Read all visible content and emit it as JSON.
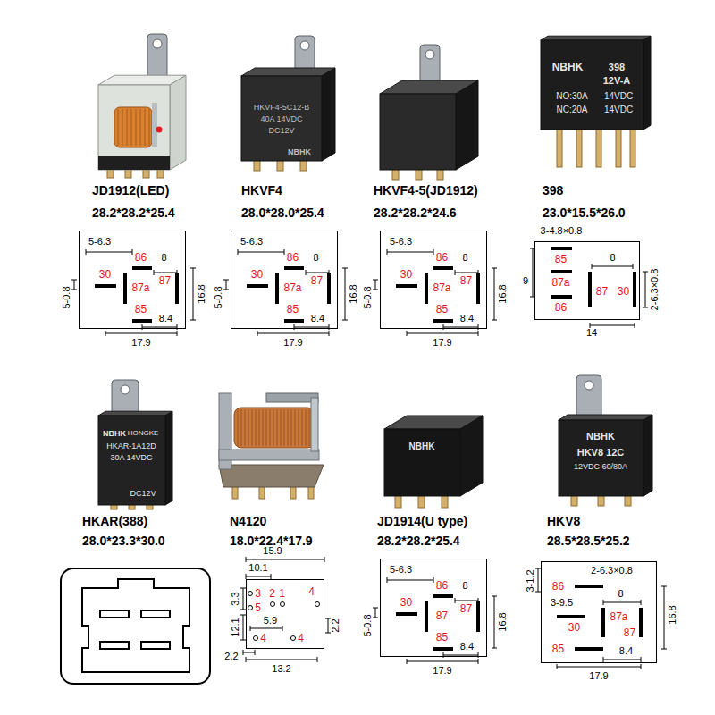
{
  "diagram": {
    "nodes": [
      {
        "text": [
          "5-6.3",
          "86",
          "8",
          "30",
          "87a",
          "87",
          "85",
          "8.4"
        ]
      },
      {
        "text": [
          "5-6.3",
          "86",
          "8",
          "30",
          "87a",
          "87",
          "85",
          "8.4"
        ]
      },
      {
        "text": [
          "5-6.3",
          "86",
          "8",
          "30",
          "87a",
          "87",
          "85",
          "8.4"
        ]
      },
      {
        "text": [
          "85",
          "87a",
          "86",
          "8",
          "87",
          "30"
        ]
      },
      {
        "text": [
          "3",
          "2",
          "1",
          "4",
          "5",
          "5.9",
          "4",
          "4"
        ]
      },
      {
        "text": [
          "5-6.3",
          "86",
          "8",
          "30",
          "87",
          "87",
          "85",
          "8.4"
        ]
      },
      {
        "text": [
          "2-6.3×0.8",
          "86",
          "8",
          "3-9.5",
          "87a",
          "30",
          "87",
          "85",
          "8.4"
        ]
      }
    ],
    "labels": [
      "HKVF4-5C12-B",
      "40A 14VDC",
      "DC12V",
      "NBHK",
      "NBHK",
      "398",
      "12V-A",
      "NO:30A",
      "14VDC",
      "NC:20A",
      "14VDC",
      "JD1912(LED)",
      "28.2*28.2*25.4",
      "HKVF4",
      "28.0*28.0*25.4",
      "HKVF4-5(JD1912)",
      "28.2*28.2*24.6",
      "398",
      "23.0*15.5*26.0",
      "16.8",
      "5-0.8",
      "17.9",
      "16.8",
      "5-0.8",
      "17.9",
      "16.8",
      "5-0.8",
      "17.9",
      "3-4.8×0.8",
      "9",
      "2-6.3×0.8",
      "14",
      "NBHK",
      "HONGKE",
      "HKAR-1A12D",
      "30A 14VDC",
      "DC12V",
      "NBHK",
      "NBHK",
      "HKV8 12C",
      "12VDC 60/80A",
      "HKAR(388)",
      "28.0*23.3*30.0",
      "N4120",
      "18.0*22.4*17.9",
      "JD1914(U type)",
      "28.2*28.2*25.4",
      "HKV8",
      "28.5*28.5*25.2",
      "15.9",
      "10.1",
      "3.3",
      "12.1",
      "2.2",
      "2.2",
      "13.2",
      "16.8",
      "5-0.8",
      "17.9",
      "3-1.2",
      "16.8",
      "17.9"
    ]
  }
}
